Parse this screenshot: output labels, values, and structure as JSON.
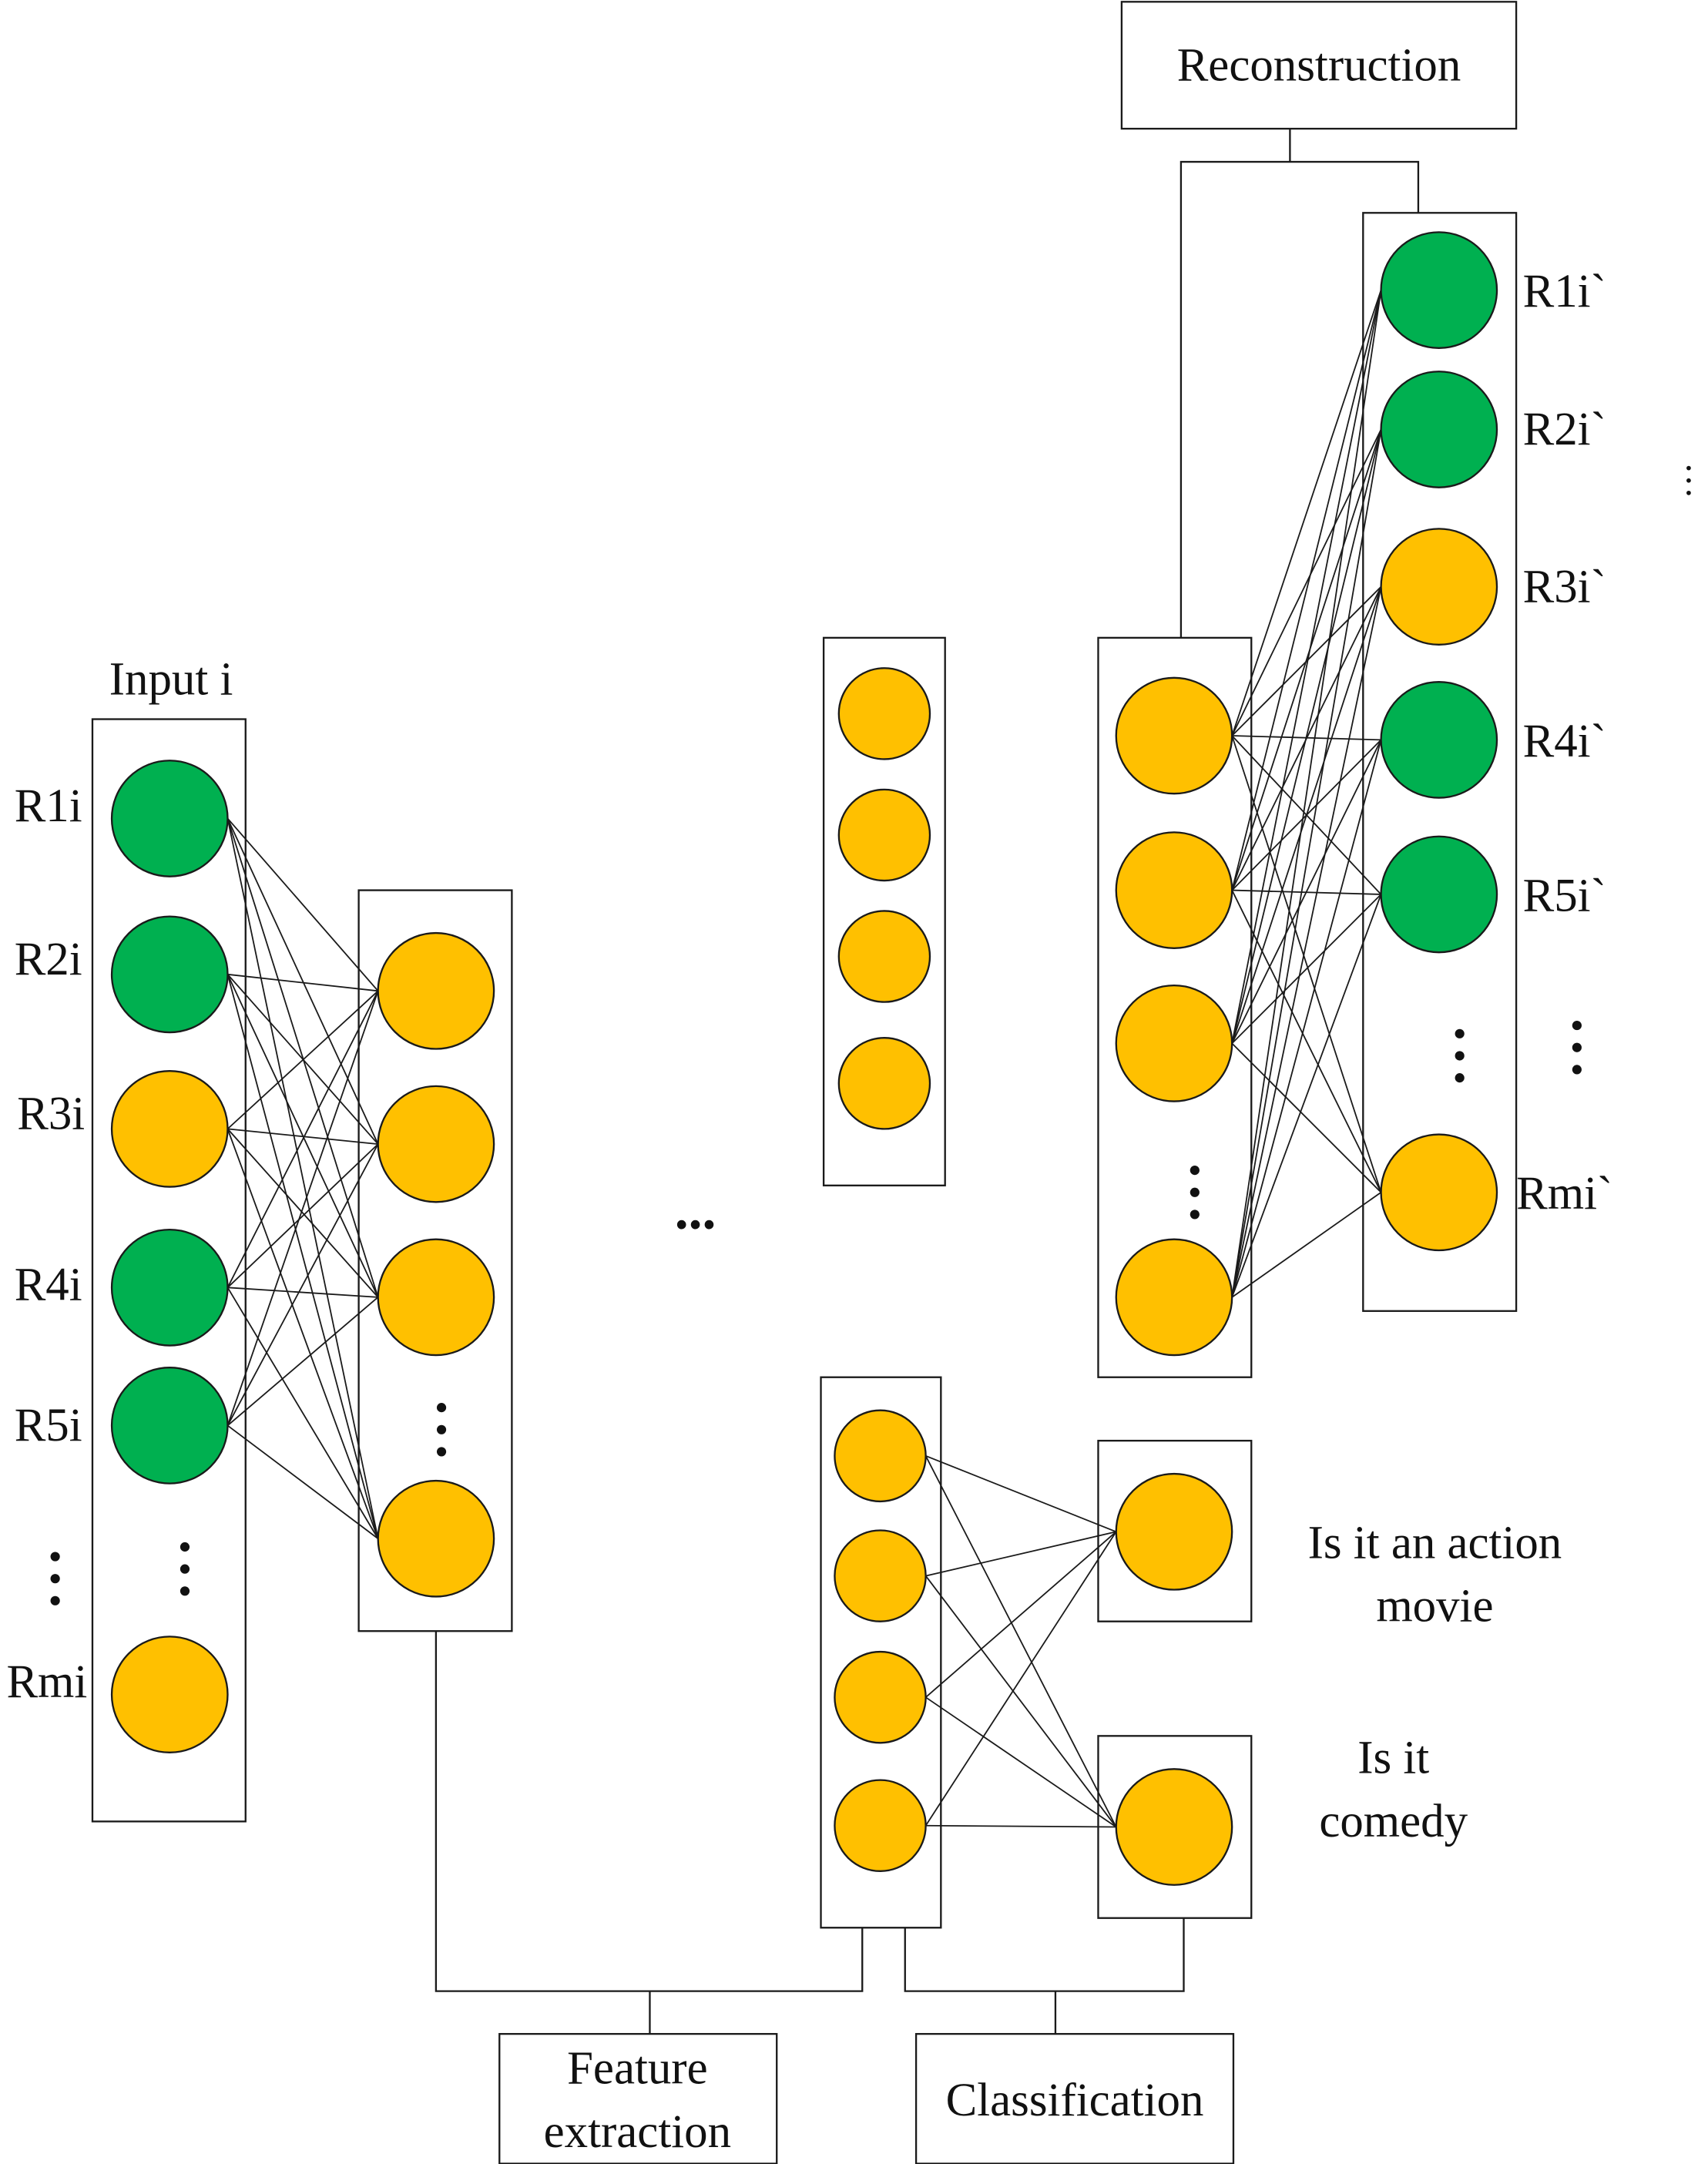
{
  "colors": {
    "green": "#00b050",
    "orange": "#ffc000",
    "stroke": "#1a1a1a"
  },
  "labels": {
    "reconstruction": "Reconstruction",
    "input": "Input i",
    "feature_line1": "Feature",
    "feature_line2": "extraction",
    "classification": "Classification",
    "action_line1": "Is it an action",
    "action_line2": "movie",
    "comedy_line1": "Is it",
    "comedy_line2": "comedy",
    "ellipsis": "..."
  },
  "input_rows": [
    {
      "label": "R1i",
      "color": "green"
    },
    {
      "label": "R2i",
      "color": "green"
    },
    {
      "label": "R3i",
      "color": "orange"
    },
    {
      "label": "R4i",
      "color": "green"
    },
    {
      "label": "R5i",
      "color": "green"
    },
    {
      "label": "Rmi",
      "color": "orange"
    }
  ],
  "output_rows": [
    {
      "label": "R1i`",
      "color": "green"
    },
    {
      "label": "R2i`",
      "color": "green"
    },
    {
      "label": "R3i`",
      "color": "orange"
    },
    {
      "label": "R4i`",
      "color": "green"
    },
    {
      "label": "R5i`",
      "color": "green"
    },
    {
      "label": "Rmi`",
      "color": "orange"
    }
  ]
}
